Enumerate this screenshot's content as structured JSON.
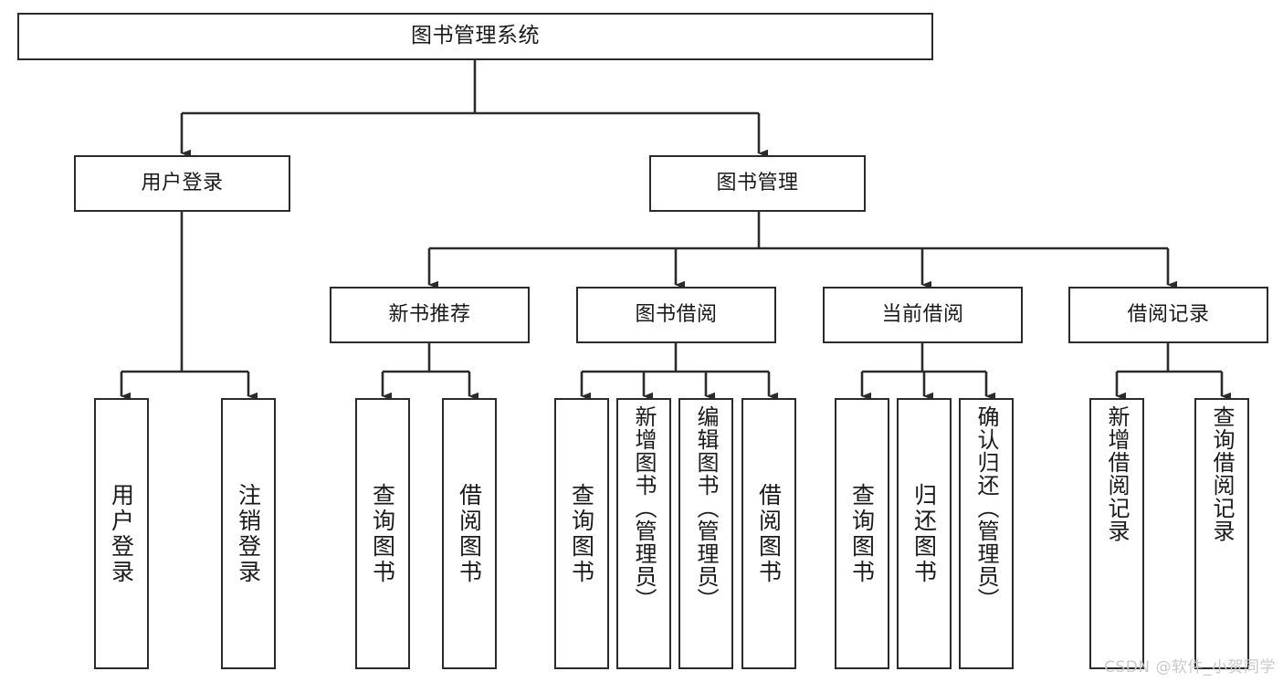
{
  "diagram": {
    "type": "tree",
    "title": "图书管理系统",
    "watermark": "CSDN @软件_小贺同学",
    "colors": {
      "stroke": "#2b2b2b",
      "fill": "#ffffff",
      "text": "#1a1a1a",
      "watermark": "#c9c9c9"
    },
    "nodes": {
      "root": {
        "label": "图书管理系统"
      },
      "level2": [
        {
          "label": "用户登录"
        },
        {
          "label": "图书管理"
        }
      ],
      "level3": [
        {
          "label": "新书推荐"
        },
        {
          "label": "图书借阅"
        },
        {
          "label": "当前借阅"
        },
        {
          "label": "借阅记录"
        }
      ],
      "leaves": {
        "user_login": [
          {
            "label": "用户登录"
          },
          {
            "label": "注销登录"
          }
        ],
        "new_book": [
          {
            "label": "查询图书"
          },
          {
            "label": "借阅图书"
          }
        ],
        "book_borrow": [
          {
            "label": "查询图书"
          },
          {
            "label": "新增图书（管理员）"
          },
          {
            "label": "编辑图书（管理员）"
          },
          {
            "label": "借阅图书"
          }
        ],
        "current_borrow": [
          {
            "label": "查询图书"
          },
          {
            "label": "归还图书"
          },
          {
            "label": "确认归还（管理员）"
          }
        ],
        "borrow_record": [
          {
            "label": "新增借阅记录"
          },
          {
            "label": "查询借阅记录"
          }
        ]
      }
    }
  }
}
